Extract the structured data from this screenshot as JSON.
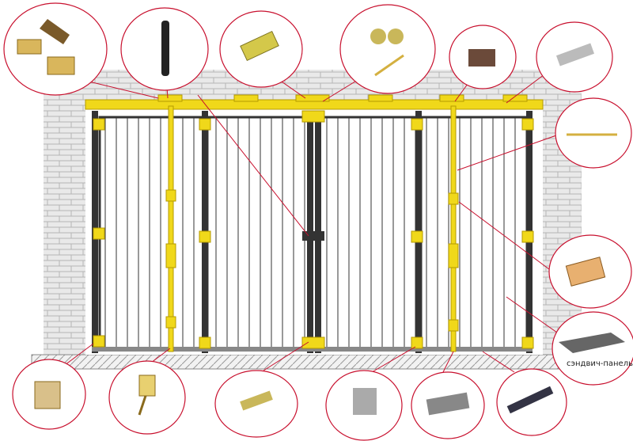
{
  "diagram": {
    "sandwich_panel_label": "сэндвич-панель"
  },
  "colors": {
    "brick_fill": "#e6e6e6",
    "brick_mortar": "#b5b5b5",
    "frame_dark": "#333333",
    "bar": "#555555",
    "yellow": "#f0d81a",
    "yellow_dark": "#b59a00",
    "callout_red": "#c8102e",
    "ground": "#aaaaaa"
  },
  "callouts": [
    {
      "id": "hinge-set-top-left",
      "icon": "door-hinge-set-icon"
    },
    {
      "id": "handle-top",
      "icon": "door-handle-icon"
    },
    {
      "id": "roller-bracket-top",
      "icon": "roller-bracket-icon"
    },
    {
      "id": "trolley-roller-top",
      "icon": "trolley-roller-icon"
    },
    {
      "id": "top-rail-profile",
      "icon": "rail-profile-icon"
    },
    {
      "id": "guide-rail-profile",
      "icon": "guide-rail-icon"
    },
    {
      "id": "bolt-rod-right",
      "icon": "bolt-rod-icon"
    },
    {
      "id": "latch-right",
      "icon": "latch-icon"
    },
    {
      "id": "sandwich-panel",
      "icon": "sandwich-panel-icon"
    },
    {
      "id": "floor-hinge-bottom",
      "icon": "hinge-plate-icon"
    },
    {
      "id": "bolt-latch-bottom",
      "icon": "bolt-latch-icon"
    },
    {
      "id": "pin-set-bottom",
      "icon": "pin-set-icon"
    },
    {
      "id": "bottom-guide-bottom",
      "icon": "bottom-guide-icon"
    },
    {
      "id": "floor-stopper-bottom",
      "icon": "floor-stopper-icon"
    },
    {
      "id": "bottom-rail-bottom",
      "icon": "bottom-rail-icon"
    }
  ]
}
